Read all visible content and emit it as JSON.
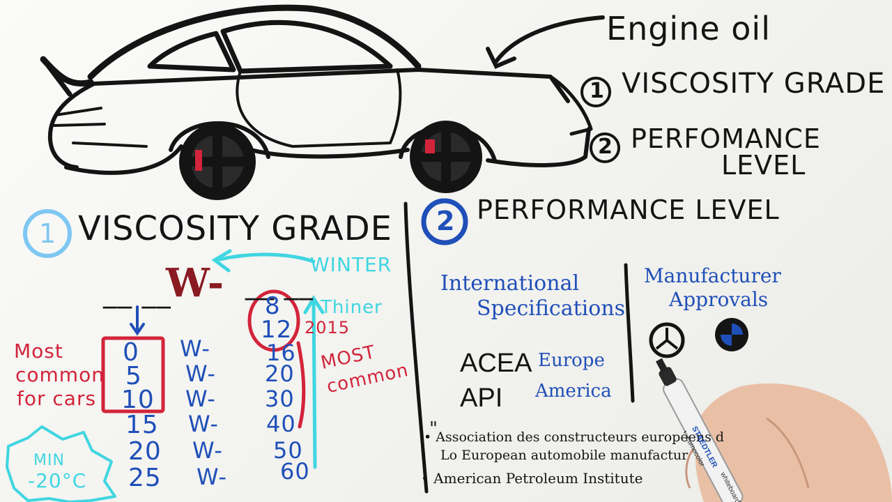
{
  "colors": {
    "black": "#141414",
    "red": "#d2243a",
    "blue": "#1f4fb8",
    "cyan": "#3fd6e0",
    "light_blue": "#7ec7f2",
    "skin": "#e9c0a6"
  },
  "top_notes": {
    "title": "Engine oil",
    "item1_num": "1",
    "item1": "VISCOSITY GRADE",
    "item2_num": "2",
    "item2_line1": "PERFOMANCE",
    "item2_line2": "LEVEL"
  },
  "viscosity": {
    "num": "1",
    "heading": "VISCOSITY GRADE",
    "w_big": "W-",
    "blank_left": "__ __",
    "blank_right": "__ __",
    "winter": "WINTER",
    "thiner": "Thiner",
    "year": "2015",
    "most_common_left": [
      "Most",
      "common",
      "for cars"
    ],
    "most_common_right": [
      "MOST",
      "common"
    ],
    "min_note": [
      "MIN",
      "-20°C"
    ],
    "rows": [
      {
        "winter": "",
        "w": "",
        "summer": "8"
      },
      {
        "winter": "",
        "w": "",
        "summer": "12"
      },
      {
        "winter": "0",
        "w": "W-",
        "summer": "16"
      },
      {
        "winter": "5",
        "w": "W-",
        "summer": "20"
      },
      {
        "winter": "10",
        "w": "W-",
        "summer": "30"
      },
      {
        "winter": "15",
        "w": "W-",
        "summer": "40"
      },
      {
        "winter": "20",
        "w": "W-",
        "summer": "50"
      },
      {
        "winter": "25",
        "w": "W-",
        "summer": "60"
      }
    ]
  },
  "performance": {
    "num": "2",
    "heading": "PERFORMANCE LEVEL",
    "intl_line1": "International",
    "intl_line2": "Specifications",
    "manuf_line1": "Manufacturer",
    "manuf_line2": "Approvals",
    "acea": "ACEA",
    "acea_region": "Europe",
    "api": "API",
    "api_region": "America",
    "quote_mark": "\"",
    "note1": "Association des constructeurs européens d",
    "note1b": "Lo European automobile manufactur",
    "note2": "American Petroleum Institute"
  },
  "marker": {
    "brand": "STAEDTLER",
    "model": "Lumocolor",
    "type": "whiteboard"
  }
}
